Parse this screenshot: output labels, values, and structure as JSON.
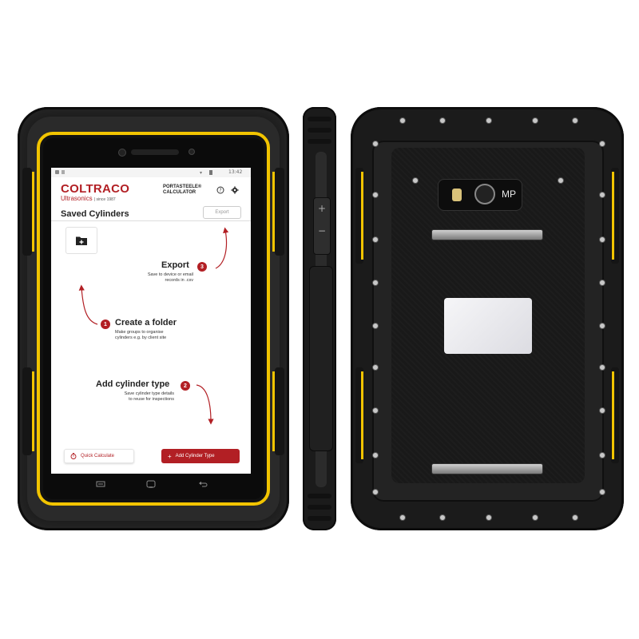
{
  "status_bar": {
    "time": "13:42"
  },
  "app": {
    "brand_name": "COLTRACO",
    "brand_sub": "Ultrasonics",
    "brand_since": "since 1987",
    "product_name": "PORTASTEELE®",
    "product_sub": "CALCULATOR",
    "page_title": "Saved Cylinders",
    "export_button": "Export"
  },
  "hints": {
    "export": {
      "step": "3",
      "title": "Export",
      "text_line1": "Save to device or email",
      "text_line2": "records in .csv"
    },
    "folder": {
      "step": "1",
      "title": "Create a folder",
      "text_line1": "Make groups to organise",
      "text_line2": "cylinders e.g. by client site"
    },
    "cylinder": {
      "step": "2",
      "title": "Add cylinder type",
      "text_line1": "Save cylinder type details",
      "text_line2": "to reuse for inspections"
    }
  },
  "bottom_buttons": {
    "quick_calculate": "Quick Calculate",
    "add_cylinder_type": "Add Cylinder Type"
  },
  "side_buttons": {
    "volume_up": "+",
    "volume_down": "−"
  },
  "back": {
    "camera_label": "MP"
  },
  "colors": {
    "brand_red": "#b21f24",
    "accent_yellow": "#f2c400",
    "body_black": "#1c1c1c"
  },
  "icons": [
    "help-circle-icon",
    "gear-icon",
    "folder-plus-icon",
    "timer-icon",
    "plus-icon",
    "recents-icon",
    "home-icon",
    "back-icon",
    "wifi-icon",
    "battery-icon"
  ]
}
